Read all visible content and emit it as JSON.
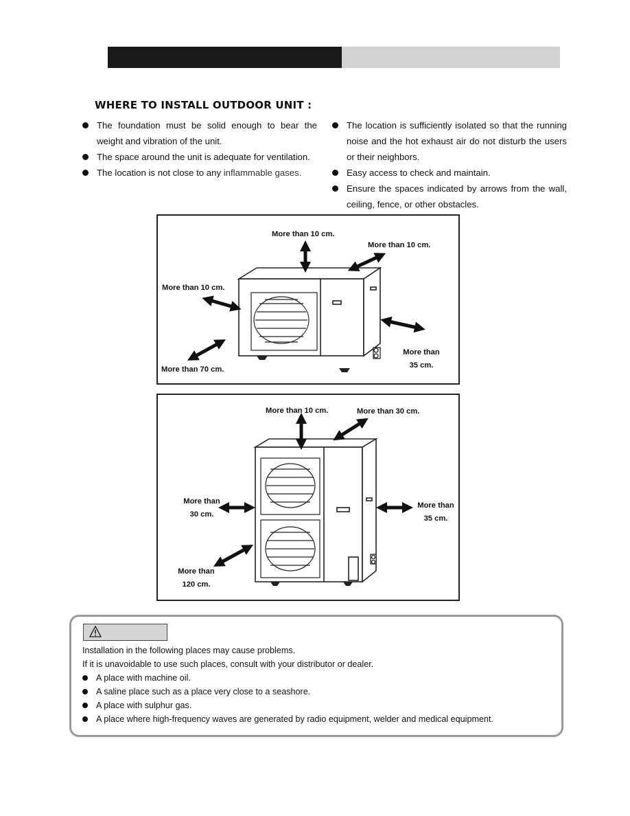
{
  "header": {
    "left_color": "#1a1a1a",
    "right_color": "#d2d2d2"
  },
  "section": {
    "title": "WHERE TO INSTALL OUTDOOR UNIT :",
    "left_bullets": [
      "The foundation must be solid enough to bear the weight and vibration of the unit.",
      "The space around the unit is adequate for ventilation.",
      "The location is not close to any"
    ],
    "left_bullet_tail": "inflammable gases.",
    "right_bullets": [
      "The location is sufficiently isolated so that the running noise and the hot exhaust air do not disturb the users or their neighbors.",
      "Easy access to check and maintain.",
      "Ensure the spaces indicated by arrows from the wall, ceiling, fence, or other obstacles."
    ]
  },
  "diagram1": {
    "top": "More than 10 cm.",
    "back": "More than 10 cm.",
    "left": "More than 10 cm.",
    "front": "More than 70 cm.",
    "right_line1": "More than",
    "right_line2": "35 cm."
  },
  "diagram2": {
    "top": "More than 10 cm.",
    "back": "More than 30 cm.",
    "left_line1": "More than",
    "left_line2": "30 cm.",
    "right_line1": "More than",
    "right_line2": "35 cm.",
    "front_line1": "More than",
    "front_line2": "120 cm."
  },
  "caution": {
    "icon": "warning-triangle-icon",
    "intro1": "Installation in the following places may cause problems.",
    "intro2": "If it is unavoidable to use such places, consult with your distributor or dealer.",
    "items": [
      "A place with machine oil.",
      "A saline place such as a place very close to a seashore.",
      "A place with sulphur gas.",
      "A place where high-frequency waves are generated by radio equipment, welder and medical equipment."
    ]
  }
}
